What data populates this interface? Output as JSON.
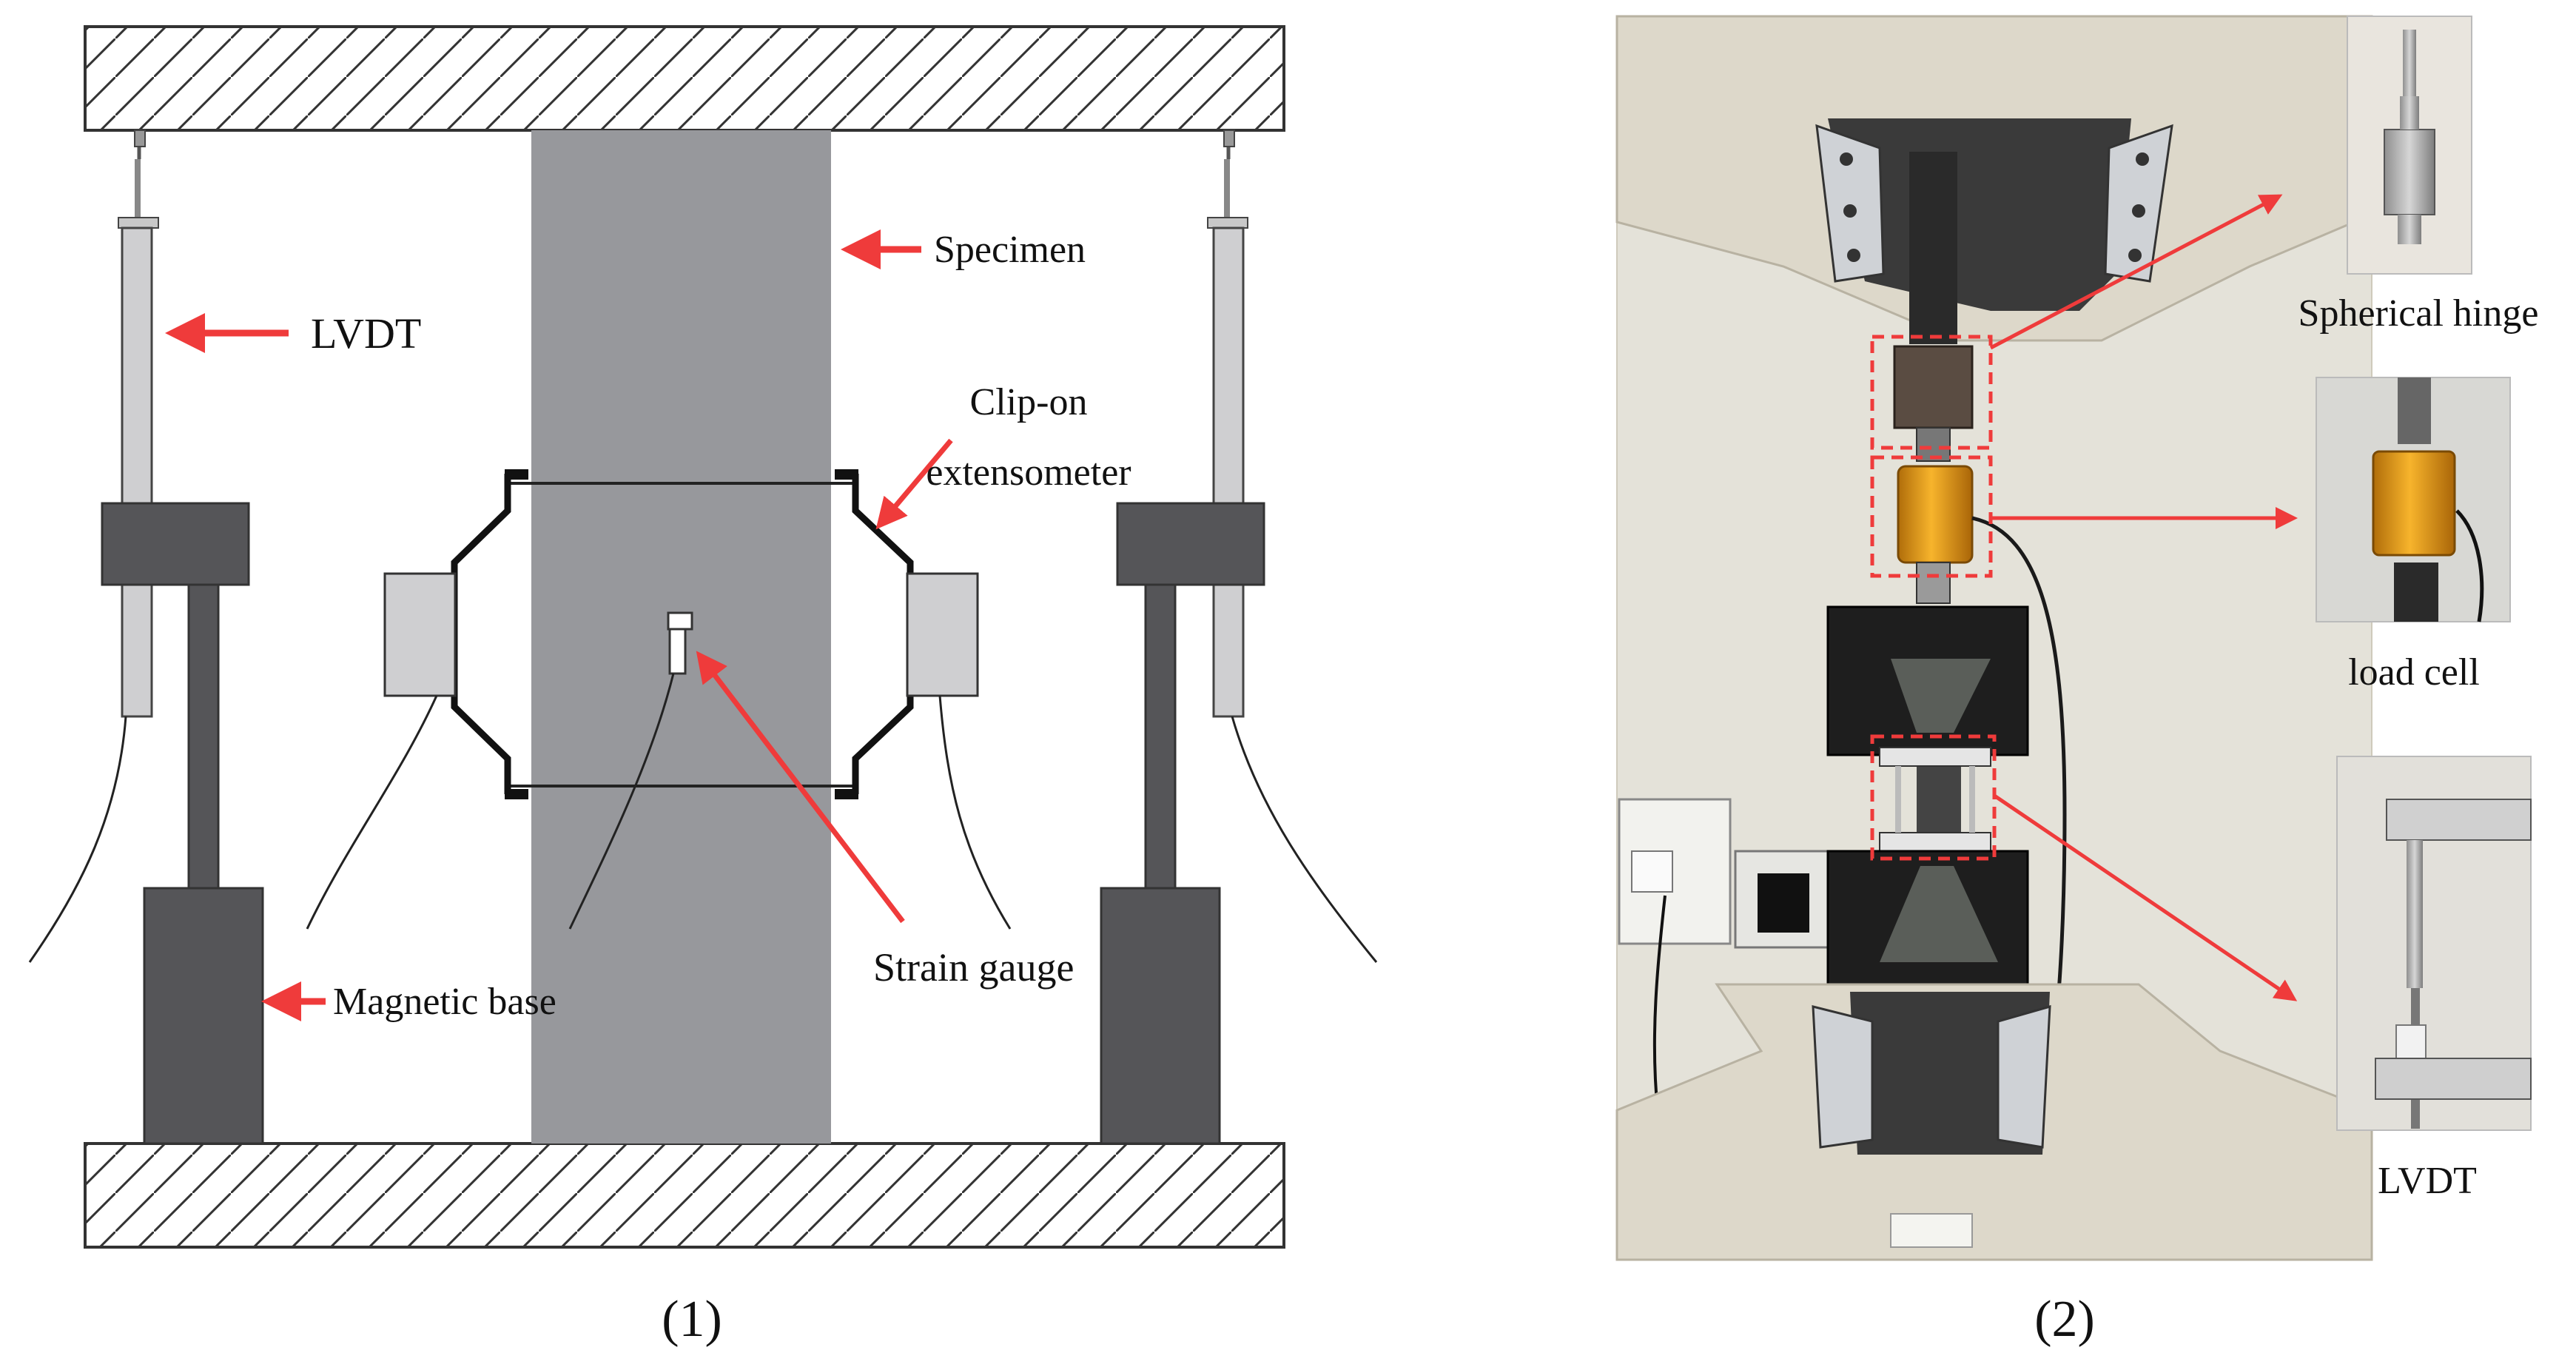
{
  "panel1": {
    "labels": {
      "lvdt": "LVDT",
      "specimen": "Specimen",
      "clip_on_line1": "Clip-on",
      "clip_on_line2": "extensometer",
      "strain_gauge": "Strain gauge",
      "magnetic_base": "Magnetic base"
    },
    "caption": "(1)"
  },
  "panel2": {
    "insets": {
      "spherical_hinge": "Spherical hinge",
      "load_cell": "load cell",
      "lvdt": "LVDT"
    },
    "caption": "(2)"
  },
  "colors": {
    "arrow": "#ef3b3b",
    "specimen": "#97989c",
    "dark_block": "#555558",
    "light_block": "#cfcfd1",
    "load_cell": "#f0a21c",
    "machine": "#ddd8ca"
  }
}
